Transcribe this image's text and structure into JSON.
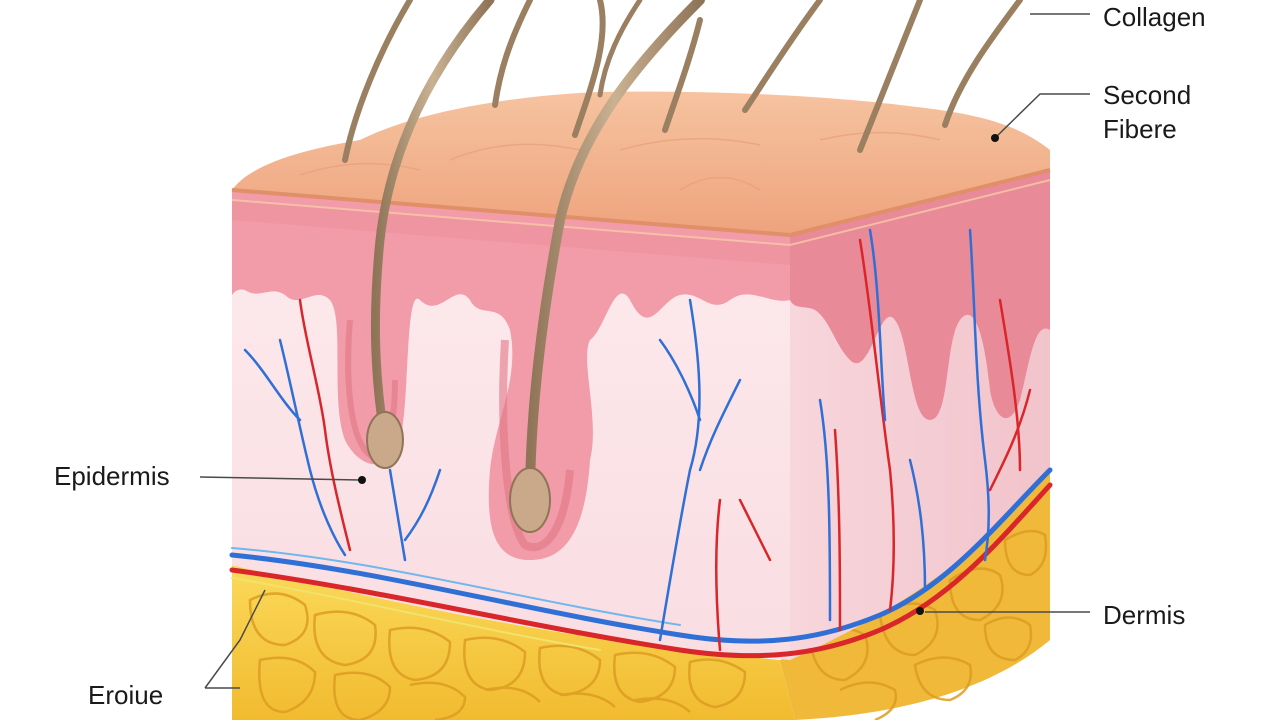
{
  "labels": {
    "collagen": "Collagen",
    "second_line1": "Second",
    "second_line2": "Fibere",
    "epidermis": "Epidermis",
    "dermis": "Dermis",
    "eroiue": "Eroiue"
  },
  "colors": {
    "surface": "#f0b08a",
    "surface_edge": "#e08f68",
    "epidermis_layer": "#ef9aa6",
    "dermis": "#fbe2e6",
    "dermis_side": "#f6cfd6",
    "fat": "#f5c842",
    "fat_cell_edge": "#e0a52a",
    "hair": "#b59a7c",
    "vein": "#2f6fd6",
    "artery": "#d9262b",
    "leader_line": "#4a4a4a"
  }
}
